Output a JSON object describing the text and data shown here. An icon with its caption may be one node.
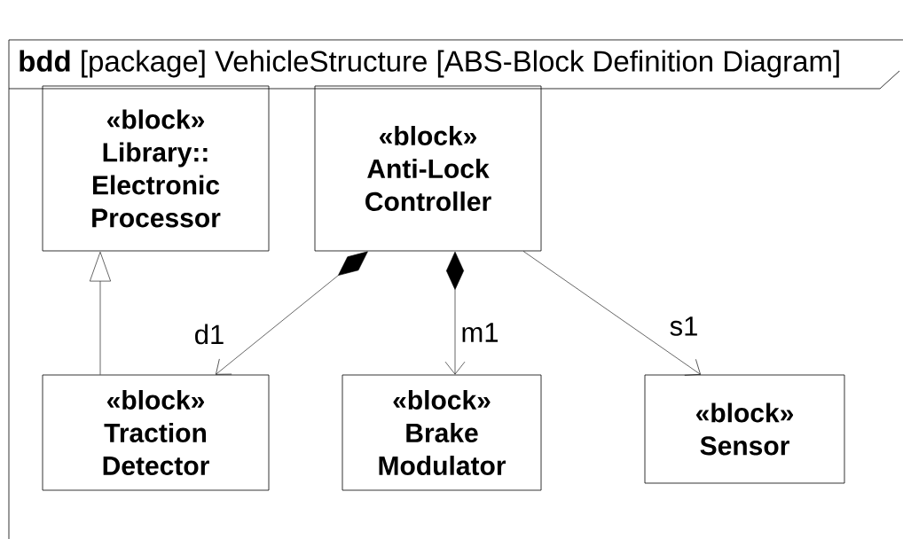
{
  "diagram": {
    "title": "**bdd** [package] VehicleStructure [ABS-Block Definition Diagram]",
    "nodes": [
      {
        "text": [
          "«block»",
          "Library:: Electronic Processor"
        ]
      },
      {
        "text": [
          "«block»",
          "Anti-Lock Controller"
        ]
      },
      {
        "text": [
          "«block»",
          "Traction Detector"
        ]
      },
      {
        "text": [
          "«block»",
          "Brake Modulator"
        ]
      },
      {
        "text": [
          "«block»",
          "Sensor"
        ]
      }
    ],
    "edges": [
      {
        "from": 2,
        "to": 0,
        "arrow": "to"
      },
      {
        "from": 1,
        "to": 2,
        "arrow": "to",
        "label": "d1"
      },
      {
        "from": 1,
        "to": 3,
        "arrow": "to",
        "label": "m1"
      },
      {
        "from": 1,
        "to": 4,
        "arrow": "to",
        "label": "s1"
      }
    ]
  }
}
